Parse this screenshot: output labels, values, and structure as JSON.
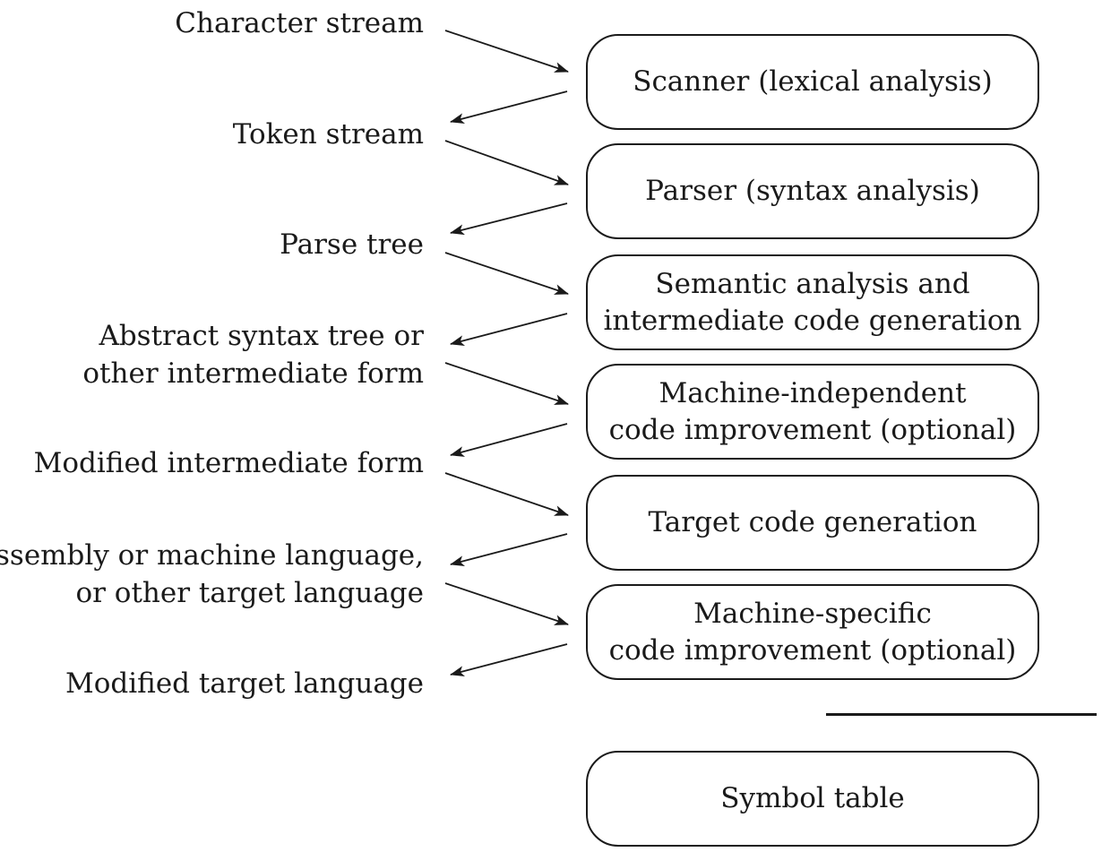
{
  "stages": [
    {
      "lines": [
        "Scanner (lexical analysis)"
      ]
    },
    {
      "lines": [
        "Parser (syntax analysis)"
      ]
    },
    {
      "lines": [
        "Semantic analysis and",
        "intermediate code generation"
      ]
    },
    {
      "lines": [
        "Machine-independent",
        "code improvement (optional)"
      ]
    },
    {
      "lines": [
        "Target code generation"
      ]
    },
    {
      "lines": [
        "Machine-specific",
        "code improvement (optional)"
      ]
    }
  ],
  "streams": [
    {
      "lines": [
        "Character stream"
      ]
    },
    {
      "lines": [
        "Token stream"
      ]
    },
    {
      "lines": [
        "Parse tree"
      ]
    },
    {
      "lines": [
        "Abstract syntax tree or",
        "other intermediate form"
      ]
    },
    {
      "lines": [
        "Modified intermediate form"
      ]
    },
    {
      "lines": [
        "Assembly or machine language,",
        "or other target language"
      ]
    },
    {
      "lines": [
        "Modified target language"
      ]
    }
  ],
  "symbol_table": {
    "label": "Symbol table"
  }
}
